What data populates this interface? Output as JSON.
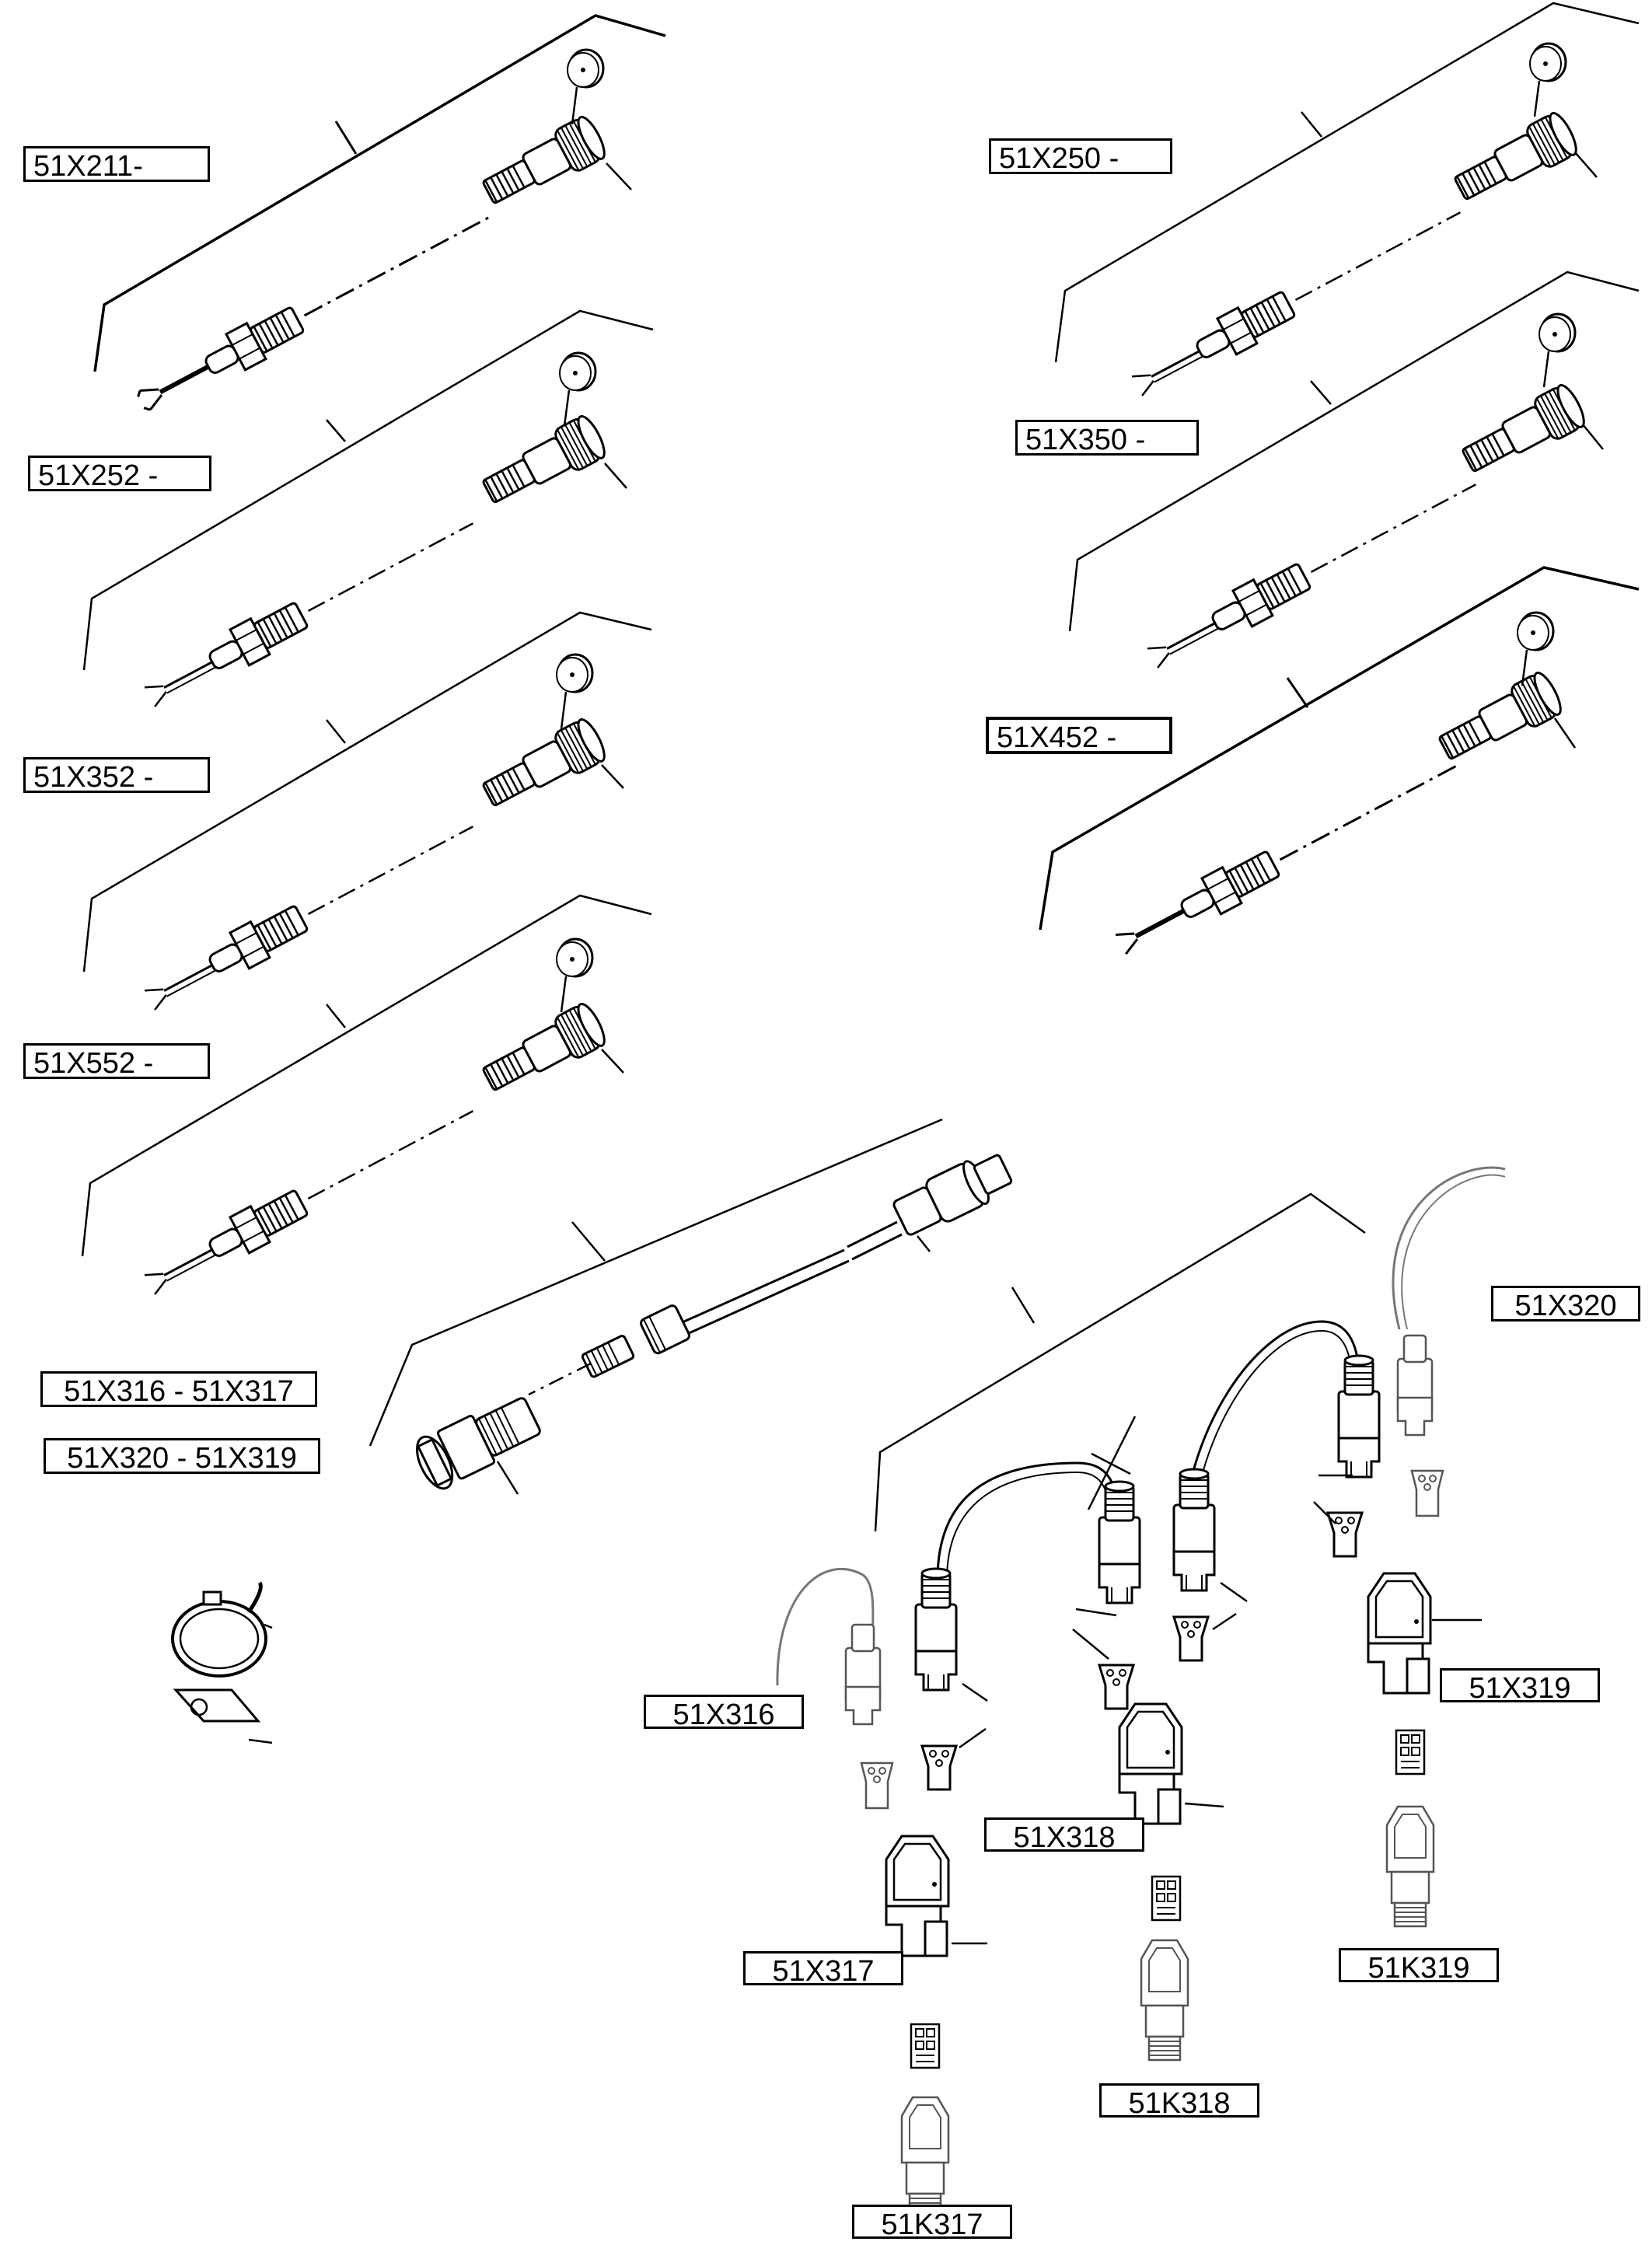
{
  "labels": {
    "x211": "51X211-",
    "x250": "51X250 -",
    "x252": "51X252 -",
    "x350": "51X350 -",
    "x352": "51X352 -",
    "x452": "51X452 -",
    "x552": "51X552 -",
    "x316_317": "51X316 - 51X317",
    "x320_319": "51X320 - 51X319",
    "x320": "51X320",
    "x316": "51X316",
    "x319": "51X319",
    "x318": "51X318",
    "x317": "51X317",
    "k319": "51K319",
    "k318": "51K318",
    "k317": "51K317"
  }
}
